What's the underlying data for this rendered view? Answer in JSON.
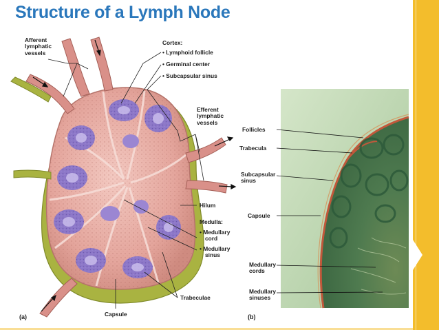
{
  "title": "Structure of a Lymph Node",
  "panel_a": {
    "tag": "(a)",
    "afferent": [
      "Afferent",
      "lymphatic",
      "vessels"
    ],
    "cortex_heading": "Cortex:",
    "cortex_items": [
      "• Lymphoid follicle",
      "• Germinal center",
      "• Subcapsular sinus"
    ],
    "efferent": [
      "Efferent",
      "lymphatic",
      "vessels"
    ],
    "hilum": "Hilum",
    "medulla_heading": "Medulla:",
    "medullary_cord": [
      "• Medullary",
      "cord"
    ],
    "medullary_sinus": [
      "• Medullary",
      "sinus"
    ],
    "trabeculae": "Trabeculae",
    "capsule": "Capsule"
  },
  "panel_b": {
    "tag": "(b)",
    "follicles": "Follicles",
    "trabecula": "Trabecula",
    "subcapsular": [
      "Subcapsular",
      "sinus"
    ],
    "capsule": "Capsule",
    "medullary_cords": [
      "Medullary",
      "cords"
    ],
    "medullary_sinuses": [
      "Medullary",
      "sinuses"
    ]
  },
  "colors": {
    "title": "#2a77bb",
    "accent": "#f3bd2c",
    "capsule_tissue": "#e4a59c",
    "follicle": "#8d78c8",
    "outer_layer": "#a9b341",
    "micrograph_background": "#cfe2c3"
  }
}
